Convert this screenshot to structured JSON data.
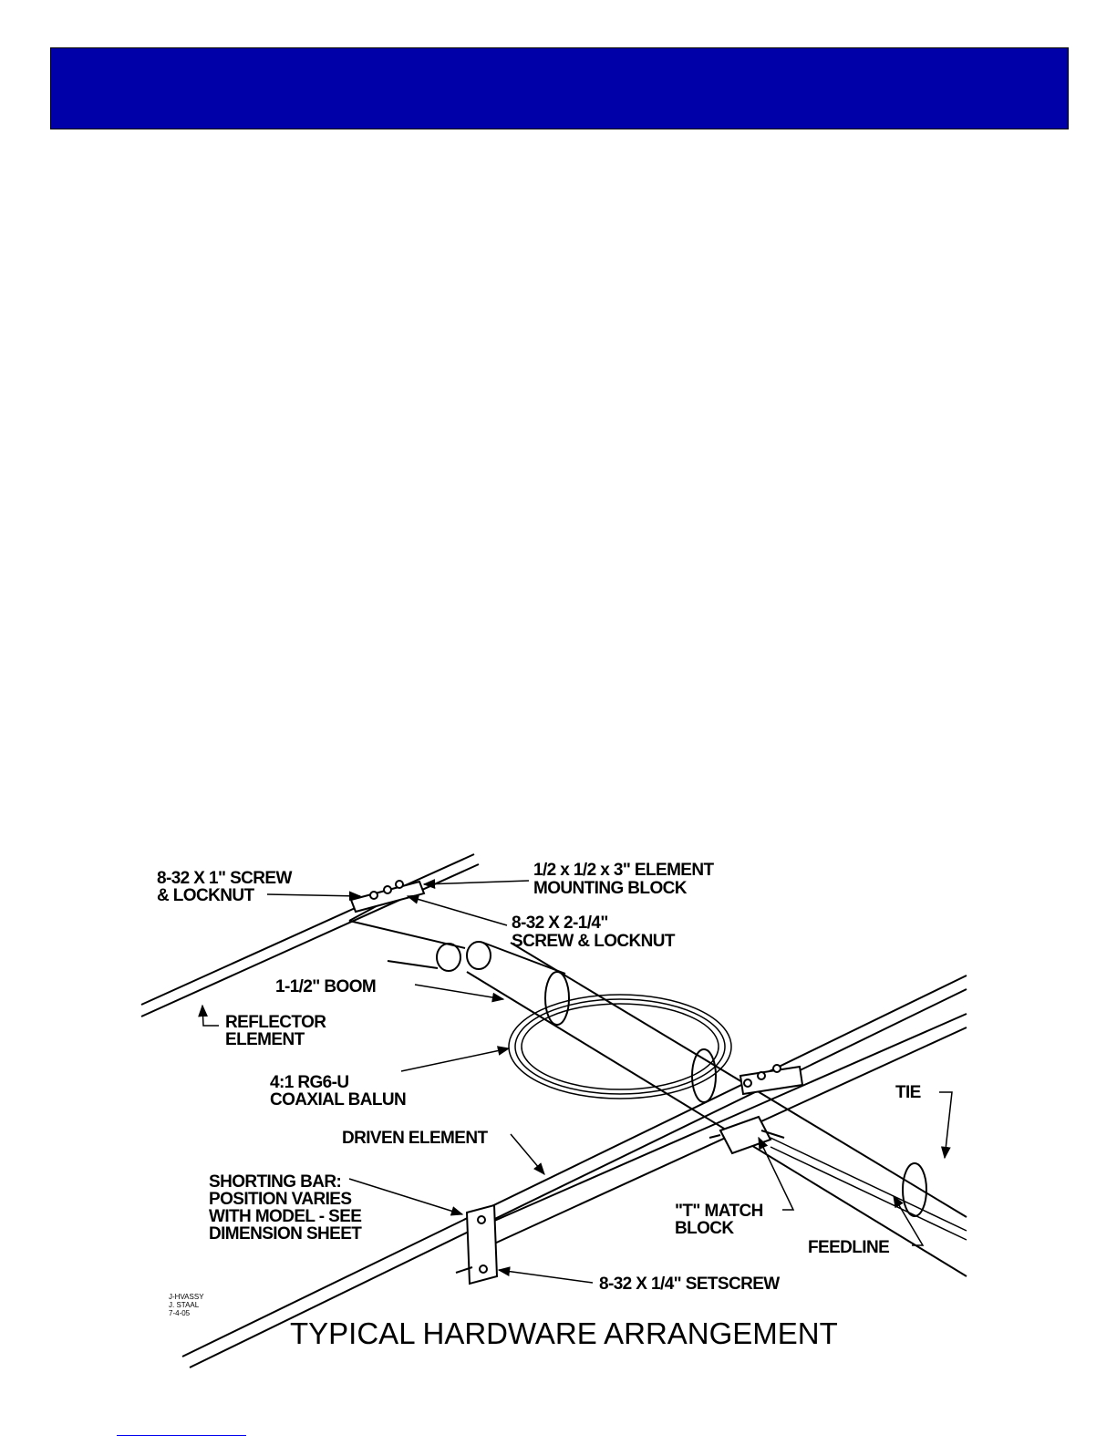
{
  "colors": {
    "header_bar": "#0000a8",
    "line": "#000000",
    "link": "#0000ee"
  },
  "diagram": {
    "labels": {
      "screw_locknut": [
        "8-32 X 1\" SCREW",
        "& LOCKNUT"
      ],
      "mounting_block": [
        "1/2 x 1/2 x 3\" ELEMENT",
        "MOUNTING BLOCK"
      ],
      "long_screw": [
        "8-32 X 2-1/4\"",
        "SCREW & LOCKNUT"
      ],
      "boom": "1-1/2\" BOOM",
      "reflector": [
        "REFLECTOR",
        "ELEMENT"
      ],
      "balun": [
        "4:1 RG6-U",
        "COAXIAL BALUN"
      ],
      "tie": "TIE",
      "driven": "DRIVEN ELEMENT",
      "shorting_bar": [
        "SHORTING BAR:",
        "POSITION VARIES",
        "WITH MODEL - SEE",
        "DIMENSION SHEET"
      ],
      "t_match": [
        "\"T\" MATCH",
        "BLOCK"
      ],
      "feedline": "FEEDLINE",
      "setscrew": "8-32 X 1/4\" SETSCREW"
    },
    "drawing_stamp": [
      "J-HVASSY",
      "J. STAAL",
      "7-4-05"
    ],
    "title": "TYPICAL HARDWARE ARRANGEMENT"
  }
}
